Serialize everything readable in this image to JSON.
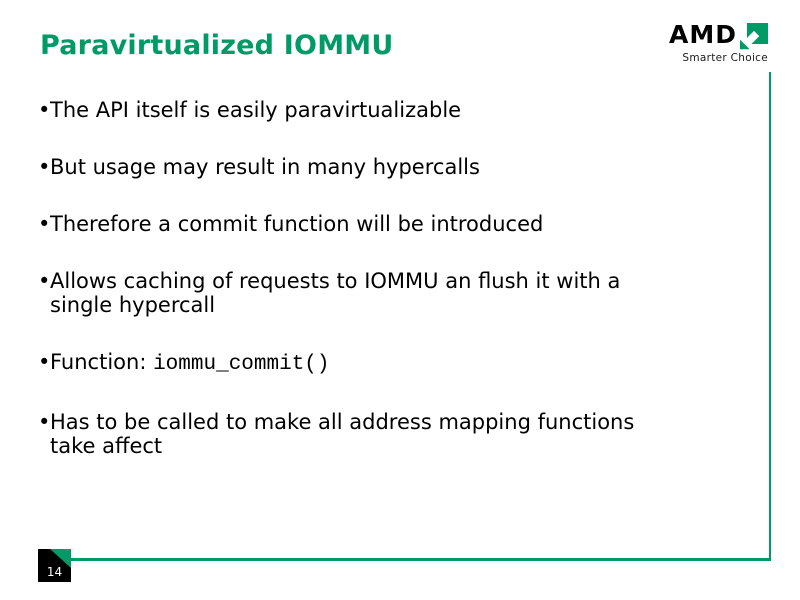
{
  "slide": {
    "title": "Paravirtualized IOMMU",
    "page_number": "14",
    "bullets": [
      {
        "lines": [
          "The API itself is easily paravirtualizable"
        ]
      },
      {
        "lines": [
          "But usage may result in many hypercalls"
        ]
      },
      {
        "lines": [
          "Therefore a commit function will be introduced"
        ]
      },
      {
        "lines": [
          "Allows caching of requests to IOMMU an flush it with a",
          "single hypercall"
        ]
      },
      {
        "prefix": "Function: ",
        "code": "iommu_commit()"
      },
      {
        "lines": [
          "Has to be called to make all address mapping functions",
          "take affect"
        ]
      }
    ]
  },
  "logo": {
    "brand": "AMD",
    "tagline": "Smarter Choice"
  },
  "colors": {
    "accent_green": "#009A66",
    "text_color": "#000000",
    "page_box_background": "#000000",
    "page_number_color": "#FFFFFF"
  }
}
